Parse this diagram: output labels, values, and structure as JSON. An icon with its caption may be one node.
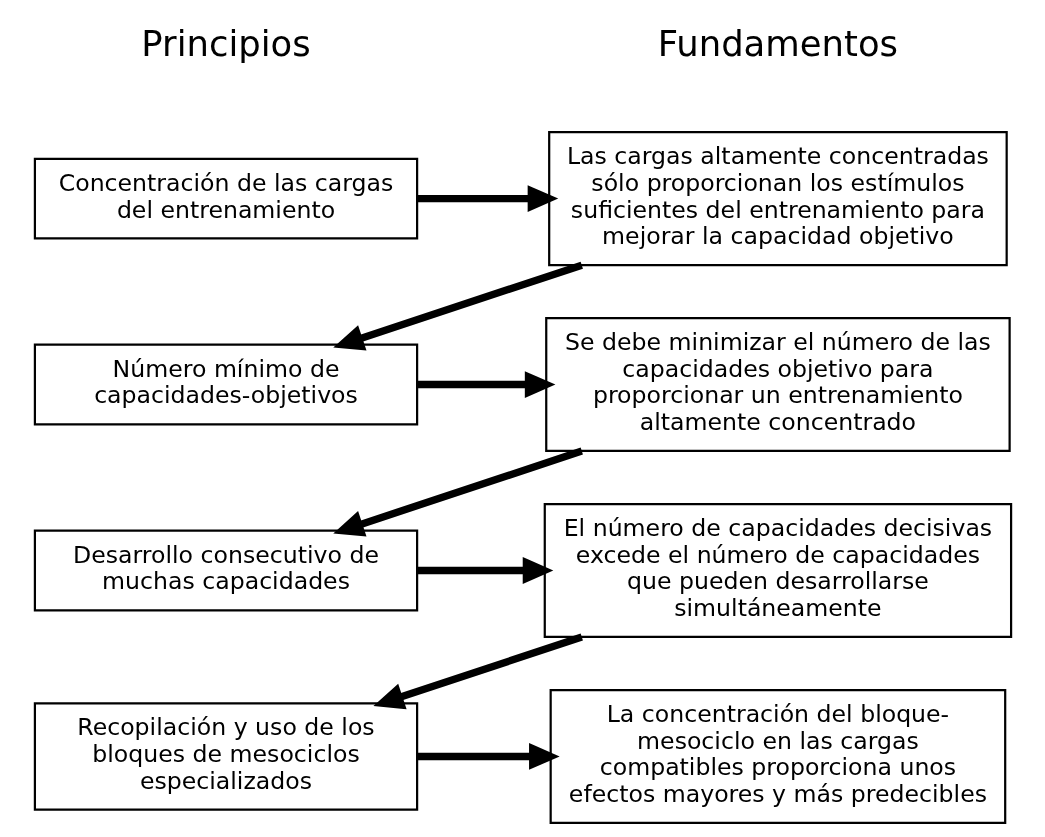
{
  "diagram": {
    "nodes": [
      {
        "text": [
          "Concentración de las cargas del entrenamiento"
        ]
      },
      {
        "text": [
          "Las cargas altamente concentradas sólo proporcionan los estímulos suficientes del entrenamiento para mejorar la capacidad objetivo"
        ]
      },
      {
        "text": [
          "Número mínimo de capacidades-objetivos"
        ]
      },
      {
        "text": [
          "Se debe minimizar el número de las capacidades objetivo para proporcionar un entrenamiento altamente concentrado"
        ]
      },
      {
        "text": [
          "Desarrollo consecutivo de muchas capacidades"
        ]
      },
      {
        "text": [
          "El número de capacidades decisivas excede el número de capacidades que pueden desarrollarse simultáneamente"
        ]
      },
      {
        "text": [
          "Recopilación y uso de los bloques de mesociclos especializados"
        ]
      },
      {
        "text": [
          "La concentración del bloque-mesociclo en las cargas compatibles proporciona unos efectos mayores y más predecibles"
        ]
      }
    ],
    "edges": [
      {
        "from": 0,
        "to": 1,
        "arrow": "to"
      },
      {
        "from": 1,
        "to": 2,
        "arrow": "to"
      },
      {
        "from": 2,
        "to": 3,
        "arrow": "to"
      },
      {
        "from": 3,
        "to": 4,
        "arrow": "to"
      },
      {
        "from": 4,
        "to": 5,
        "arrow": "to"
      },
      {
        "from": 5,
        "to": 6,
        "arrow": "to"
      },
      {
        "from": 6,
        "to": 7,
        "arrow": "to"
      }
    ],
    "labels": [
      "Principios",
      "Fundamentos"
    ]
  }
}
